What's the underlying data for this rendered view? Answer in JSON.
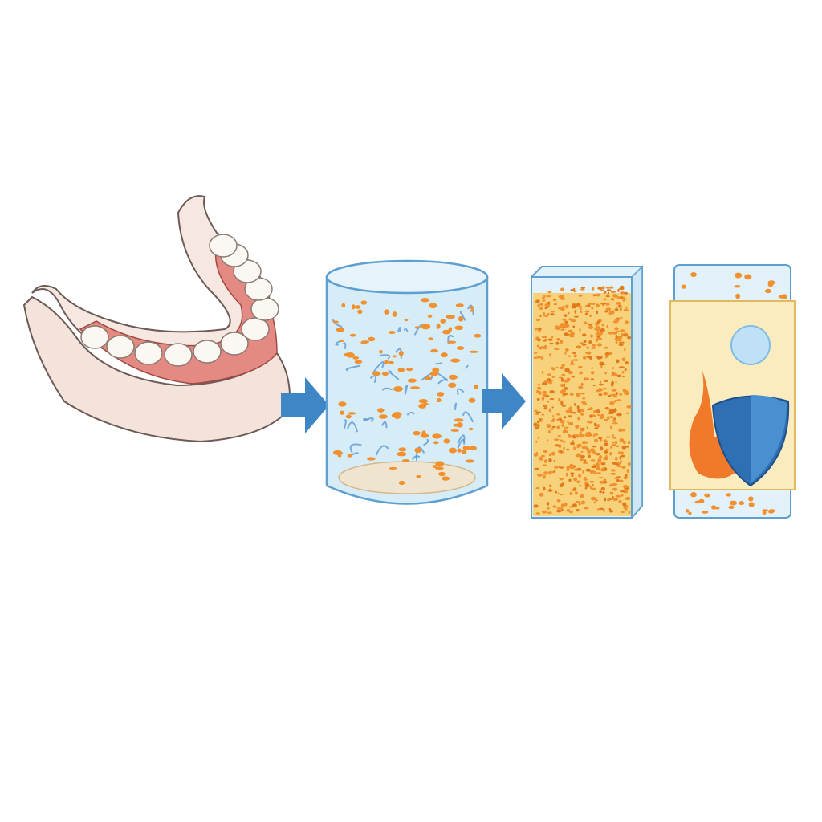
{
  "diagram": {
    "steps": [
      {
        "id": "jaw",
        "icon": "denture-jaw-icon"
      },
      {
        "id": "suspension",
        "icon": "particle-suspension-cylinder-icon"
      },
      {
        "id": "composite-block",
        "icon": "filled-composite-block-icon"
      },
      {
        "id": "protected-material",
        "icon": "flame-shield-panel-icon"
      }
    ],
    "arrows": [
      "arrow-right-icon",
      "arrow-right-icon"
    ],
    "colors": {
      "background": "#ffffff",
      "gum": "#e58a82",
      "bone": "#f6e8e0",
      "tooth": "#fbf7f2",
      "glass": "#d6ecf7",
      "glass_edge": "#5d9fd0",
      "particle": "#f0902e",
      "fiber": "#4f8fcc",
      "composite_fill": "#f7d27a",
      "arrow": "#3f86c6",
      "flame": "#f07a2a",
      "shield": "#2f6fb3",
      "panel_bg": "#fbecc0"
    }
  }
}
